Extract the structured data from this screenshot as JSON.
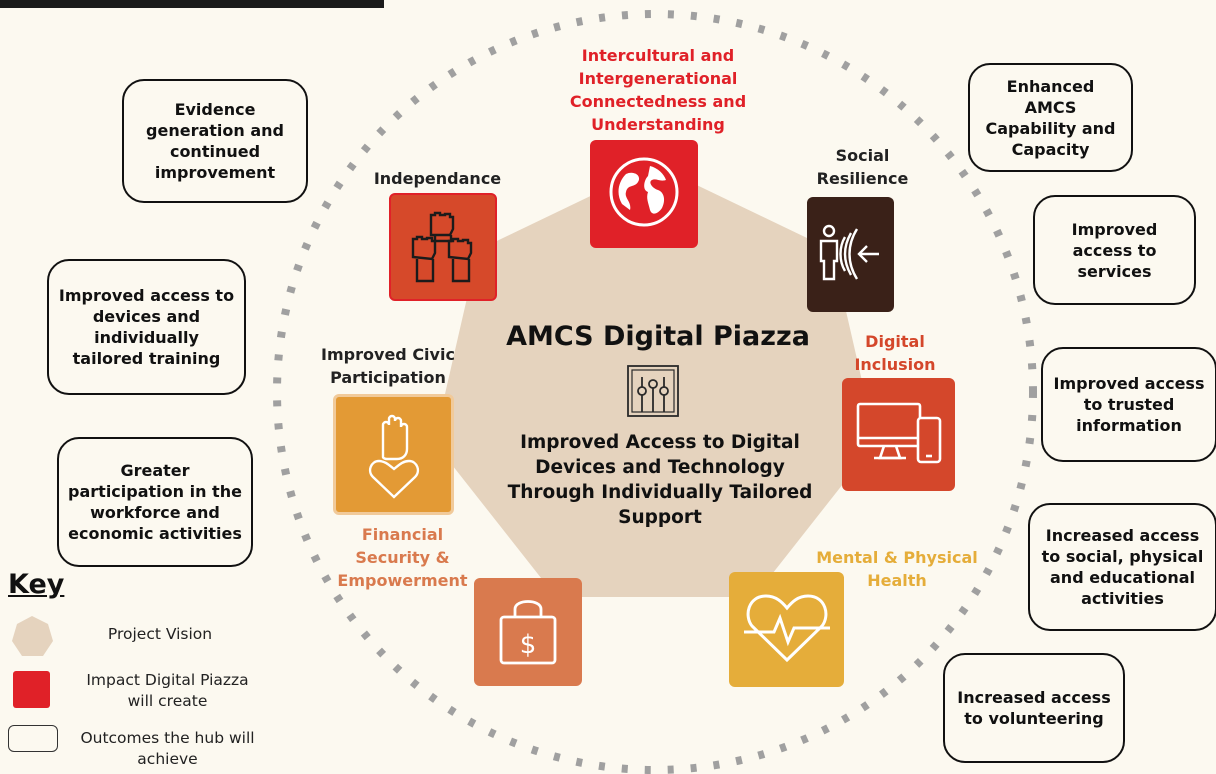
{
  "center": {
    "title": "AMCS Digital Piazza",
    "subtitle": "Improved Access to Digital Devices and Technology Through Individually Tailored Support"
  },
  "impacts": [
    {
      "label": "Intercultural and Intergenerational Connectedness and Understanding",
      "icon": "globe-icon",
      "color": "#e02128"
    },
    {
      "label": "Social Resilience",
      "icon": "person-shield-icon",
      "color": "#3a2118"
    },
    {
      "label": "Digital Inclusion",
      "icon": "devices-icon",
      "color": "#d4472b"
    },
    {
      "label": "Mental & Physical Health",
      "icon": "heartbeat-icon",
      "color": "#e5ad3a"
    },
    {
      "label": "Financial Security & Empowerment",
      "icon": "money-bag-icon",
      "color": "#d97a4e"
    },
    {
      "label": "Improved Civic Participation",
      "icon": "hand-heart-icon",
      "color": "#e39a35"
    },
    {
      "label": "Independance",
      "icon": "raised-fists-icon",
      "color": "#d6492a"
    }
  ],
  "outcomes": [
    "Evidence generation and continued improvement",
    "Improved access to devices and individually tailored training",
    "Greater participation in the workforce and economic activities",
    "Enhanced AMCS Capability and Capacity",
    "Improved access to services",
    "Improved access to trusted information",
    "Increased access to social, physical and educational activities",
    "Increased access to volunteering"
  ],
  "key": {
    "title": "Key",
    "vision": "Project Vision",
    "impact": "Impact Digital Piazza will create",
    "outcome": "Outcomes the hub will achieve"
  },
  "colors": {
    "background": "#fcf9f0",
    "heptagon": "#e5d3be",
    "dots": "#a0a0a0",
    "accent_red": "#e02128"
  }
}
